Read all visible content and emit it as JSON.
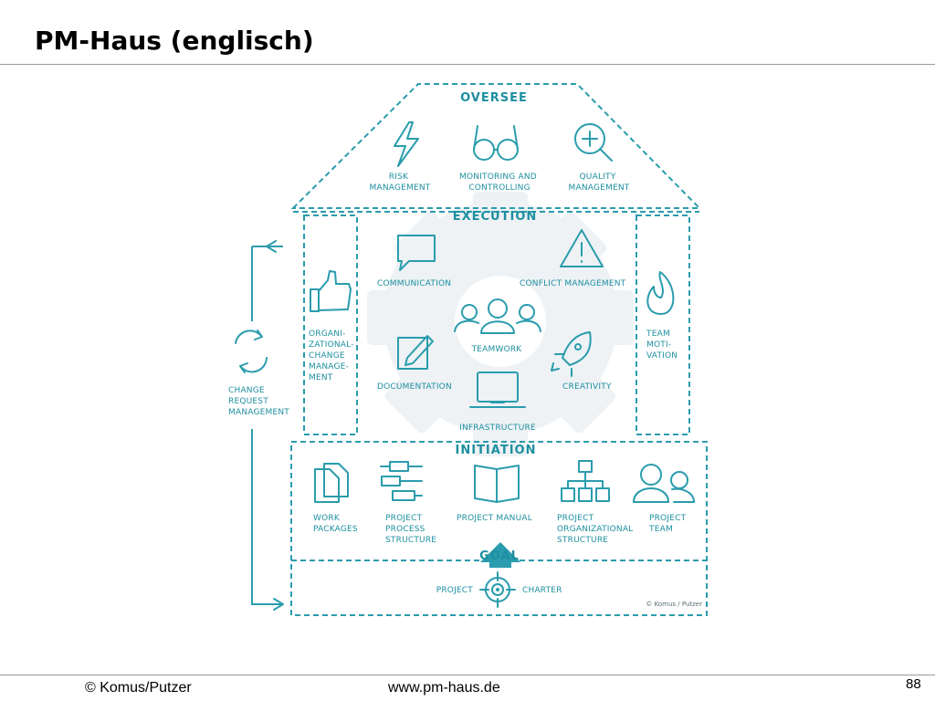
{
  "slide": {
    "title": "PM-Haus (englisch)",
    "page_number": "88"
  },
  "footer": {
    "copyright": "© Komus/Putzer",
    "website": "www.pm-haus.de"
  },
  "diagram": {
    "oversee": {
      "heading": "OVERSEE",
      "items": [
        {
          "line1": "RISK",
          "line2": "MANAGEMENT",
          "icon": "lightning-icon"
        },
        {
          "line1": "MONITORING AND",
          "line2": "CONTROLLING",
          "icon": "glasses-icon"
        },
        {
          "line1": "QUALITY",
          "line2": "MANAGEMENT",
          "icon": "magnifier-icon"
        }
      ]
    },
    "execution": {
      "heading": "EXECUTION",
      "communication": "COMMUNICATION",
      "conflict": "CONFLICT MANAGEMENT",
      "teamwork": "TEAMWORK",
      "documentation": "DOCUMENTATION",
      "creativity": "CREATIVITY",
      "infrastructure": "INFRASTRUCTURE"
    },
    "left_pillar": [
      "ORGANI-",
      "ZATIONAL-",
      "CHANGE",
      "MANAGE-",
      "MENT"
    ],
    "right_pillar": [
      "TEAM",
      "MOTI-",
      "VATION"
    ],
    "change_request": [
      "CHANGE",
      "REQUEST",
      "MANAGEMENT"
    ],
    "initiation": {
      "heading": "INITIATION",
      "work_packages": [
        "WORK",
        "PACKAGES"
      ],
      "process_structure": [
        "PROJECT",
        "PROCESS",
        "STRUCTURE"
      ],
      "project_manual": "PROJECT MANUAL",
      "org_structure": [
        "PROJECT",
        "ORGANIZATIONAL",
        "STRUCTURE"
      ],
      "project_team": [
        "PROJECT",
        "TEAM"
      ]
    },
    "goal": {
      "heading": "GOAL",
      "left": "PROJECT",
      "right": "CHARTER"
    },
    "copyright": "© Komus / Putzer",
    "colors": {
      "accent": "#2a9cad",
      "gear": "#eef2f5"
    }
  }
}
